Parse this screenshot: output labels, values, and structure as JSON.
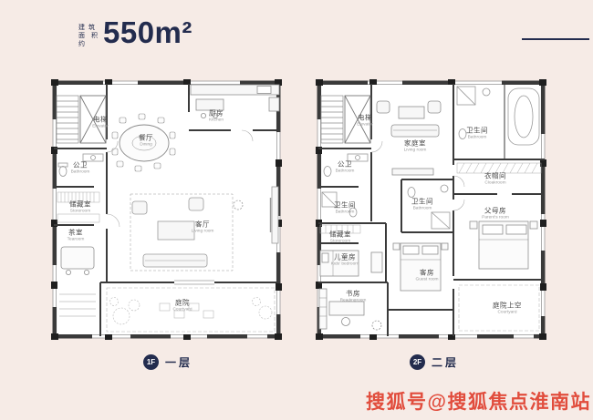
{
  "header": {
    "area_label_line1": "建 筑",
    "area_label_line2": "面积约",
    "area_value": "550m²"
  },
  "plans": [
    {
      "badge": "1F",
      "floor_label": "一层",
      "rooms": [
        {
          "cn": "电梯",
          "en": "Elevator"
        },
        {
          "cn": "厨房",
          "en": "Kitchen"
        },
        {
          "cn": "餐厅",
          "en": "Dining"
        },
        {
          "cn": "公卫",
          "en": "Bathroom"
        },
        {
          "cn": "储藏室",
          "en": "Storeroom"
        },
        {
          "cn": "茶室",
          "en": "Tearoom"
        },
        {
          "cn": "客厅",
          "en": "Living room"
        },
        {
          "cn": "庭院",
          "en": "Courtyard"
        }
      ]
    },
    {
      "badge": "2F",
      "floor_label": "二层",
      "rooms": [
        {
          "cn": "电梯",
          "en": "Elevator"
        },
        {
          "cn": "家庭室",
          "en": "Living room"
        },
        {
          "cn": "卫生间",
          "en": "Bathroom"
        },
        {
          "cn": "公卫",
          "en": "Bathroom"
        },
        {
          "cn": "衣帽间",
          "en": "Cloakroom"
        },
        {
          "cn": "卫生间",
          "en": "Bathroom"
        },
        {
          "cn": "卫生间",
          "en": "Bathroom"
        },
        {
          "cn": "父母房",
          "en": "Parent's room"
        },
        {
          "cn": "储藏室",
          "en": "Storeroom"
        },
        {
          "cn": "儿童房",
          "en": "Kids' bedroom"
        },
        {
          "cn": "客房",
          "en": "Guest room"
        },
        {
          "cn": "书房",
          "en": "Readingroom"
        },
        {
          "cn": "庭院上空",
          "en": "Courtyard"
        }
      ]
    }
  ],
  "watermark": {
    "text": "搜狐号@搜狐焦点淮南站"
  },
  "colors": {
    "background": "#f6ebe6",
    "accent": "#232c4e",
    "watermark": "#e0402f",
    "wall": "#3a3a3a"
  }
}
